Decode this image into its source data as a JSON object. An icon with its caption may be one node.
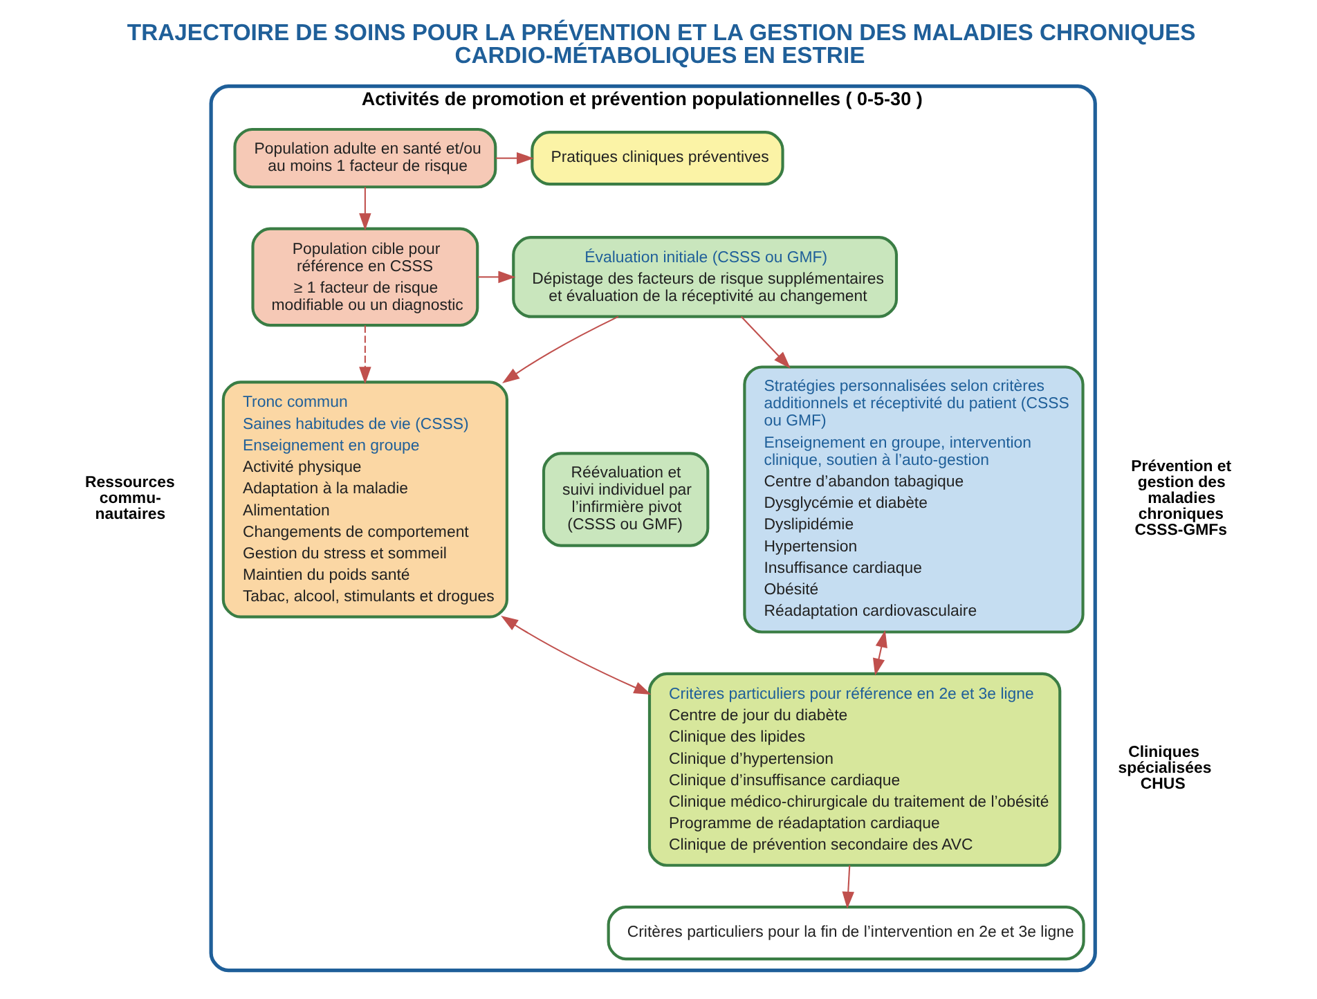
{
  "diagram": {
    "title": "TRAJECTOIRE DE SOINS POUR LA PRÉVENTION ET LA GESTION DES MALADIES CHRONIQUES CARDIO-MÉTABOLIQUES EN ESTRIE",
    "nodes": [
      {
        "text": [
          "Activités de promotion et prévention populationnelles ( 0-5-30 )"
        ]
      },
      {
        "text": [
          "Population adulte en santé et/ou au moins 1 facteur de risque"
        ],
        "in": 0
      },
      {
        "text": [
          "Pratiques cliniques préventives"
        ],
        "in": 0
      },
      {
        "text": [
          "Population cible pour référence en CSSS",
          "≥ 1 facteur de risque modifiable ou un diagnostic"
        ],
        "in": 0
      },
      {
        "text": [
          "Évaluation initiale (CSSS ou GMF)",
          "Dépistage des facteurs de risque supplémentaires et évaluation de la réceptivité au changement"
        ],
        "in": 0
      },
      {
        "text": [
          "Tronc commun",
          "Saines habitudes de vie (CSSS)",
          "Enseignement en groupe",
          "Activité physique",
          "Adaptation à la maladie",
          "Alimentation",
          "Changements de comportement",
          "Gestion du stress et sommeil",
          "Maintien du poids santé",
          "Tabac, alcool, stimulants et drogues"
        ],
        "in": 0
      },
      {
        "text": [
          "Réévaluation et suivi individuel par l’infirmière pivot (CSSS ou GMF)"
        ],
        "in": 0
      },
      {
        "text": [
          "Stratégies personnalisées selon critères additionnels et réceptivité du patient (CSSS ou GMF)",
          "Enseignement en groupe, intervention clinique, soutien à l’auto-gestion",
          "Centre d’abandon tabagique",
          "Dysglycémie et diabète",
          "Dyslipidémie",
          "Hypertension",
          "Insuffisance cardiaque",
          "Obésité",
          "Réadaptation cardiovasculaire"
        ],
        "in": 0
      },
      {
        "text": [
          "Critères particuliers pour référence en 2e et 3e ligne",
          "Centre de jour du diabète",
          "Clinique des lipides",
          "Clinique d’hypertension",
          "Clinique d’insuffisance cardiaque",
          "Clinique médico-chirurgicale du traitement de l’obésité",
          "Programme de réadaptation cardiaque",
          "Clinique de prévention secondaire des AVC"
        ],
        "in": 0
      },
      {
        "text": [
          "Critères particuliers pour la fin de l’intervention en 2e et 3e ligne"
        ],
        "in": 0
      }
    ],
    "edges": [
      {
        "from": 1,
        "to": 2,
        "arrow": "to"
      },
      {
        "from": 1,
        "to": 3,
        "arrow": "to"
      },
      {
        "from": 3,
        "to": 4,
        "arrow": "to"
      },
      {
        "from": 3,
        "to": 5,
        "arrow": "to",
        "style": "dashed"
      },
      {
        "from": 4,
        "to": 5,
        "arrow": "to"
      },
      {
        "from": 4,
        "to": 7,
        "arrow": "to"
      },
      {
        "from": 5,
        "to": 8,
        "arrow": "both"
      },
      {
        "from": 7,
        "to": 8,
        "arrow": "both"
      },
      {
        "from": 8,
        "to": 9,
        "arrow": "to"
      }
    ],
    "labels": [
      "Prévention et gestion des maladies chroniques CSSS-GMFs",
      "Ressources commu- nautaires",
      "Cliniques spécialisées CHUS"
    ]
  }
}
